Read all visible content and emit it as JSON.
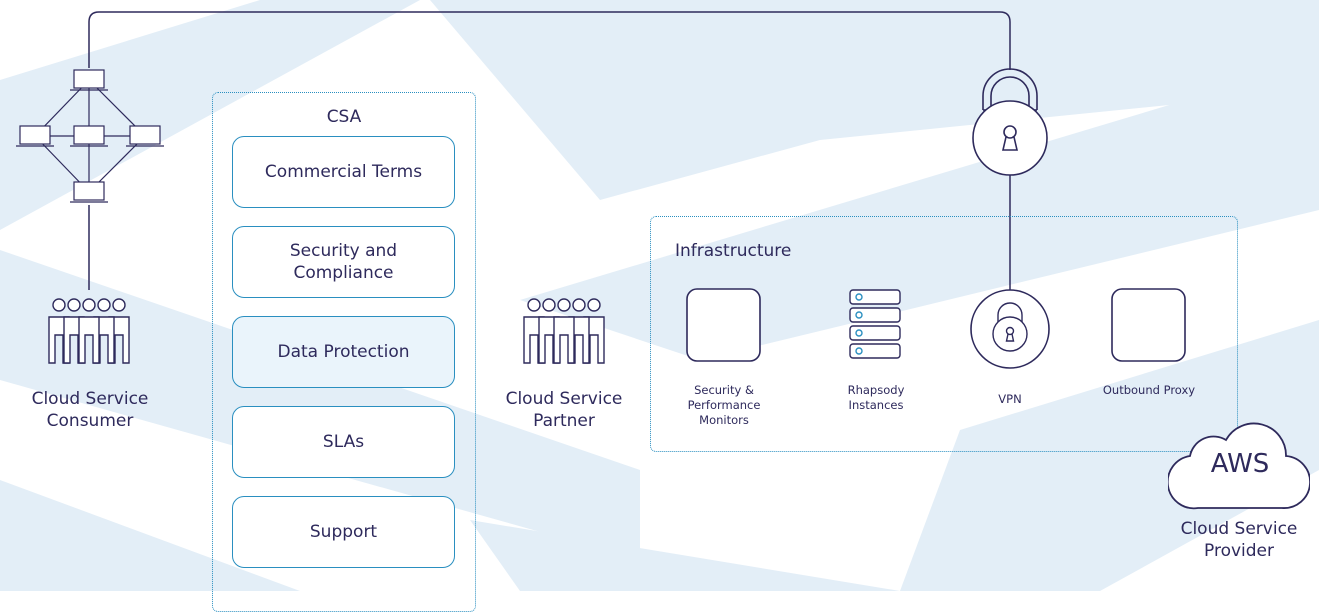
{
  "colors": {
    "line": "#2e2a5c",
    "accent": "#2a8fc0",
    "background_band": "#e3eef7"
  },
  "consumer": {
    "label": "Cloud Service Consumer",
    "icons": [
      "network-icon",
      "people-group-icon"
    ]
  },
  "csa": {
    "title": "CSA",
    "items": [
      "Commercial Terms",
      "Security and Compliance",
      "Data Protection",
      "SLAs",
      "Support"
    ]
  },
  "partner": {
    "label": "Cloud Service Partner",
    "icons": [
      "people-group-icon"
    ]
  },
  "infrastructure": {
    "title": "Infrastructure",
    "items": [
      {
        "label": "Security & Performance Monitors",
        "icon": "monitor-square-icon"
      },
      {
        "label": "Rhapsody Instances",
        "icon": "server-stack-icon"
      },
      {
        "label": "VPN",
        "icon": "vpn-lock-icon"
      },
      {
        "label": "Outbound Proxy",
        "icon": "proxy-square-icon"
      }
    ]
  },
  "provider": {
    "cloud_text": "AWS",
    "label": "Cloud Service Provider",
    "icons": [
      "cloud-icon",
      "padlock-icon"
    ]
  }
}
